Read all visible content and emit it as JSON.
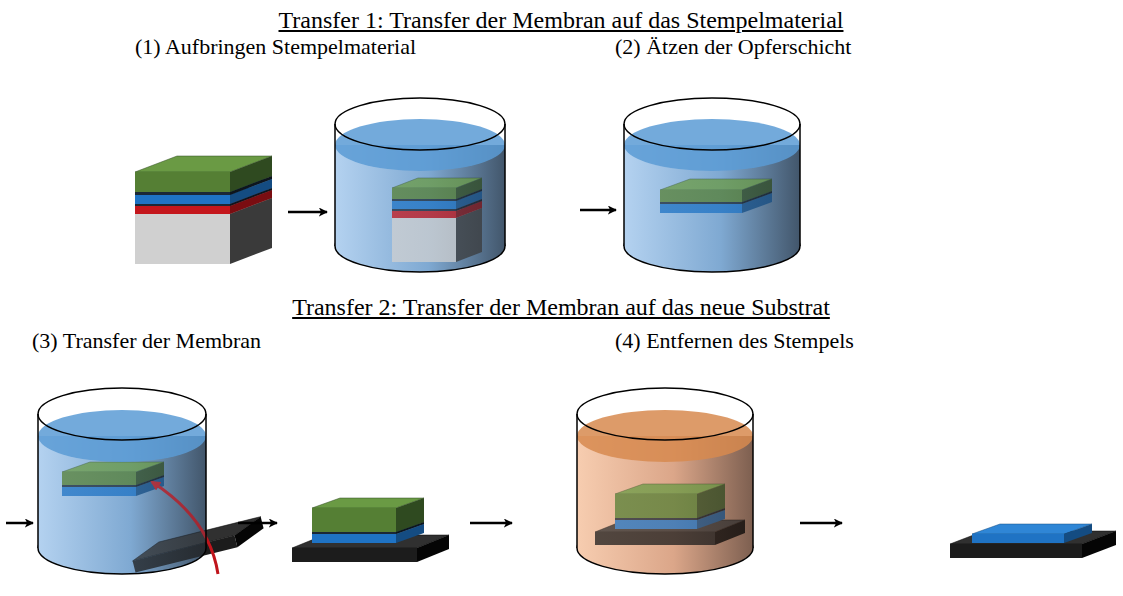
{
  "diagram": {
    "labels": [
      "Transfer 1: Transfer der Membran auf das Stempelmaterial",
      "(1) Aufbringen Stempelmaterial",
      "(2) Ätzen der Opferschicht",
      "Transfer 2: Transfer der Membran auf das neue Substrat",
      "(3) Transfer der Membran",
      "(4) Entfernen des Stempels"
    ]
  }
}
